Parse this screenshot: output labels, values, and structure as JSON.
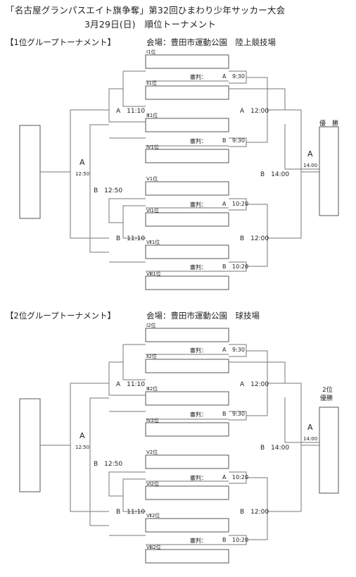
{
  "title": "「名古屋グランパスエイト旗争奪」第32回ひまわり少年サッカー大会",
  "subtitle": "3月29日(日)　順位トーナメント",
  "sections": [
    {
      "heading": "【1位グループトーナメント】",
      "venue": "会場：豊田市運動公園　陸上競技場",
      "slots": [
        "Ⅰ1位",
        "Ⅱ1位",
        "Ⅲ1位",
        "Ⅳ1位",
        "Ⅴ1位",
        "Ⅵ1位",
        "Ⅶ1位",
        "Ⅷ1位"
      ],
      "referee_1": "審判：",
      "referee_1_match": "A",
      "referee_1_time": "9:30",
      "referee_2": "審判：",
      "referee_2_match": "B",
      "referee_2_time": "9:30",
      "referee_3": "審判：",
      "referee_3_match": "A",
      "referee_3_time": "10:20",
      "referee_4": "審判：",
      "referee_4_match": "B",
      "referee_4_time": "10:20",
      "semi_a": "A　11:10",
      "semi_b": "B　11:10",
      "right_a": "A　12:00",
      "right_b": "B　12:00",
      "right_final_b": "B　14:00",
      "final_a_label": "A",
      "final_a_time": "12:50",
      "final_b_label": "B　12:50",
      "champ_a_label": "A",
      "champ_a_time": "14:00",
      "champion": "優　勝"
    },
    {
      "heading": "【2位グループトーナメント】",
      "venue": "会場：豊田市運動公園　球技場",
      "slots": [
        "Ⅰ2位",
        "Ⅱ2位",
        "Ⅲ2位",
        "Ⅳ2位",
        "Ⅴ2位",
        "Ⅵ2位",
        "Ⅶ2位",
        "Ⅷ2位"
      ],
      "referee_1": "審判：",
      "referee_1_match": "A",
      "referee_1_time": "9:30",
      "referee_2": "審判：",
      "referee_2_match": "B",
      "referee_2_time": "9:30",
      "referee_3": "審判：",
      "referee_3_match": "A",
      "referee_3_time": "10:20",
      "referee_4": "審判：",
      "referee_4_match": "B",
      "referee_4_time": "10:20",
      "semi_a": "A　11:10",
      "semi_b": "B　11:10",
      "right_a": "A　12:00",
      "right_b": "B　12:00",
      "right_final_b": "B　14:00",
      "final_a_label": "A",
      "final_a_time": "12:50",
      "final_b_label": "B　12:50",
      "champ_a_label": "A",
      "champ_a_time": "14:00",
      "champion_line1": "2位",
      "champion_line2": "優勝"
    }
  ]
}
